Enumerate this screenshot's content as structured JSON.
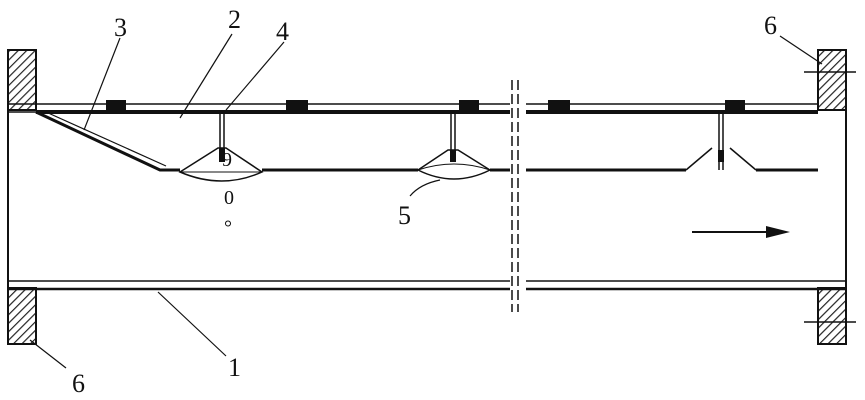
{
  "labels": {
    "l1": "1",
    "l2": "2",
    "l3": "3",
    "l4": "4",
    "l5": "5",
    "l6_top": "6",
    "l6_bottom": "6",
    "angle_9": "9",
    "angle_0": "0",
    "angle_deg": "°"
  },
  "colors": {
    "line": "#111111",
    "hatch": "#222222",
    "fill_dark": "#111111",
    "background": "#ffffff"
  }
}
